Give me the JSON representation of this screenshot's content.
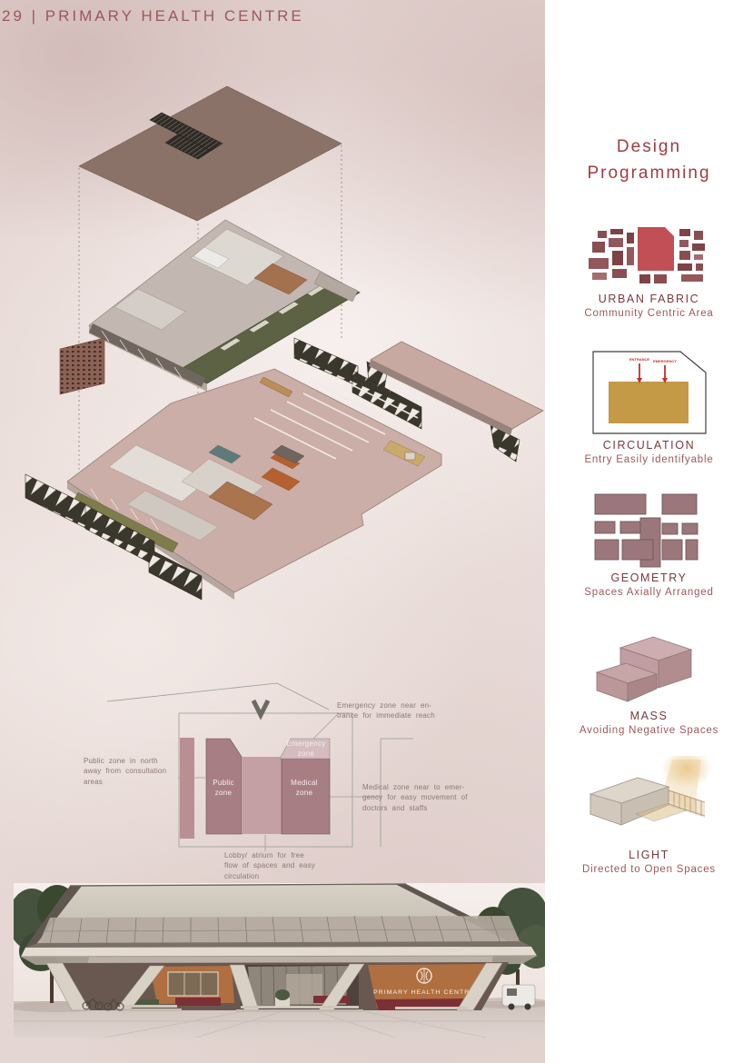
{
  "header": {
    "page_number": "29",
    "separator": "|",
    "title": "PRIMARY HEALTH CENTRE",
    "full": "29 | PRIMARY HEALTH CENTRE"
  },
  "sidebar": {
    "title": "Design\nProgramming",
    "sections": [
      {
        "title": "URBAN FABRIC",
        "subtitle": "Community Centric Area"
      },
      {
        "title": "CIRCULATION",
        "subtitle": "Entry Easily identifyable",
        "arrow_labels": [
          "ENTRANCE",
          "EMERGENCY"
        ]
      },
      {
        "title": "GEOMETRY",
        "subtitle": "Spaces Axially Arranged"
      },
      {
        "title": "MASS",
        "subtitle": "Avoiding Negative Spaces"
      },
      {
        "title": "LIGHT",
        "subtitle": "Directed to Open Spaces"
      }
    ]
  },
  "zoning_diagram": {
    "zone_labels": {
      "public": "Public zone",
      "medical": "Medical zone",
      "emergency": "Emergency zone"
    },
    "notes": {
      "public": "Public zone in north\naway from consultation\nareas",
      "emergency": "Emergency zone near en-\ntrance for immediate reach",
      "medical": "Medical zone near to emer-\ngency for easy movement of\ndoctors and staffs",
      "lobby": "Lobby/ atrium for free\nflow of spaces and easy\ncirculation"
    }
  },
  "building_render": {
    "sign_text": "PRIMARY HEALTH CENTRE"
  },
  "colors": {
    "header_maroon": "#9a585d",
    "sidebar_title_red": "#a23b42",
    "section_title": "#7c383c",
    "section_subtitle": "#9d585c",
    "urban_fabric_red": "#c24f56",
    "zone_block": "#a87e85",
    "zone_lobby": "#c4a0a5",
    "zone_emergency": "#d6bcbf",
    "roof_plane": "#8a7268",
    "terrace_green": "#5d6244",
    "screen_dark": "#3a372c",
    "ground_plate": "#cbaea7",
    "note_text": "#8a7875",
    "circulation_tan": "#c49a47",
    "sign_wall_orange": "#b06f40"
  }
}
